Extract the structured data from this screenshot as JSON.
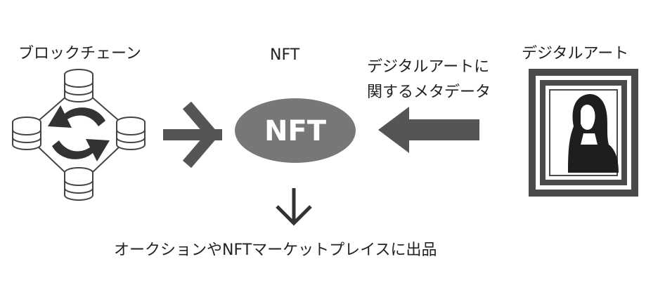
{
  "labels": {
    "blockchain": "ブロックチェーン",
    "nft_top": "NFT",
    "nft_center": "NFT",
    "metadata_line1": "デジタルアートに",
    "metadata_line2": "関するメタデータ",
    "digital_art": "デジタルアート",
    "bottom": "オークションやNFTマーケットプレイスに出品"
  },
  "colors": {
    "ellipse": "#777777",
    "arrow": "#555555",
    "text": "#222222",
    "frame": "#4a4a4a"
  }
}
